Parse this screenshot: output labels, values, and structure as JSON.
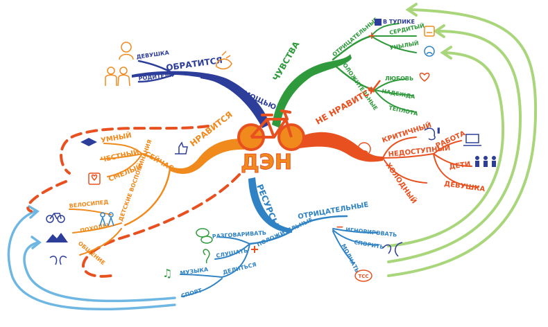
{
  "center": {
    "label": "ДЭН"
  },
  "branches": {
    "help": {
      "title": "ОБРАТИТСЯ",
      "subtitle": "ЗА ПОМОЩЬЮ",
      "items": [
        "ДЕВУШКА",
        "РОДИТЕЛИ"
      ]
    },
    "feelings": {
      "title": "ЧУВСТВА",
      "negative": {
        "title": "ОТРИЦАТЕЛЬНЫЕ",
        "items": [
          "В ТУПИКЕ",
          "СЕРДИТЫЙ",
          "УНЫЛЫЙ"
        ]
      },
      "positive": {
        "title": "ПОЛОЖИТЕЛЬНЫЕ",
        "items": [
          "ЛЮБОВЬ",
          "НАДЕЖДА",
          "ТЕПЛОТА"
        ]
      }
    },
    "dislikes": {
      "title": "НЕ НРАВИТСЯ",
      "critical": "КРИТИЧНЫЙ",
      "unreachable": "НЕДОСТУПНЫЙ",
      "cold": "ХОЛОДНЫЙ",
      "items": [
        "РАБОТА",
        "ДЕТИ",
        "ДЕВУШКА"
      ]
    },
    "likes": {
      "title": "НРАВИТСЯ",
      "now": {
        "title": "СЕЙЧАС",
        "items": [
          "УМНЫЙ",
          "ЧЕСТНЫЙ",
          "СМЕЛЫЙ"
        ]
      },
      "childhood": {
        "title": "ДЕТСКИЕ ВОСПОМИНАНИЯ",
        "items": [
          "ВЕЛОСИПЕД",
          "ПОХОДЫ",
          "ОБЩЕНИЕ"
        ]
      }
    },
    "resources": {
      "title": "РЕСУРСЫ",
      "negative": {
        "title": "ОТРИЦАТЕЛЬНЫЕ",
        "items": [
          "ИГНОРИРОВАТЬ",
          "СПОРИТЬ",
          "МОЛЧАТЬ"
        ]
      },
      "positive": {
        "title": "ПОЛОЖИТЕЛЬНЫЕ",
        "items": [
          "РАЗГОВАРИВАТЬ",
          "СЛУШАТЬ",
          "ДЕЛИТЬСЯ",
          "МУЗЫКА",
          "СПОРТ"
        ]
      }
    }
  },
  "symbols": {
    "plus": "+",
    "minus": "−",
    "music": "♫",
    "speech": "ТСС"
  },
  "colors": {
    "help": "#2d3e9a",
    "feelings": "#2f9a3c",
    "dislikes": "#e8501f",
    "likes": "#f08a1d",
    "resources": "#2f83c5",
    "dash": "#e8501f",
    "arrow_green": "#a9d67a",
    "arrow_blue": "#6fb7e3",
    "plus": "#e8501f",
    "heart": "#e8501f"
  }
}
